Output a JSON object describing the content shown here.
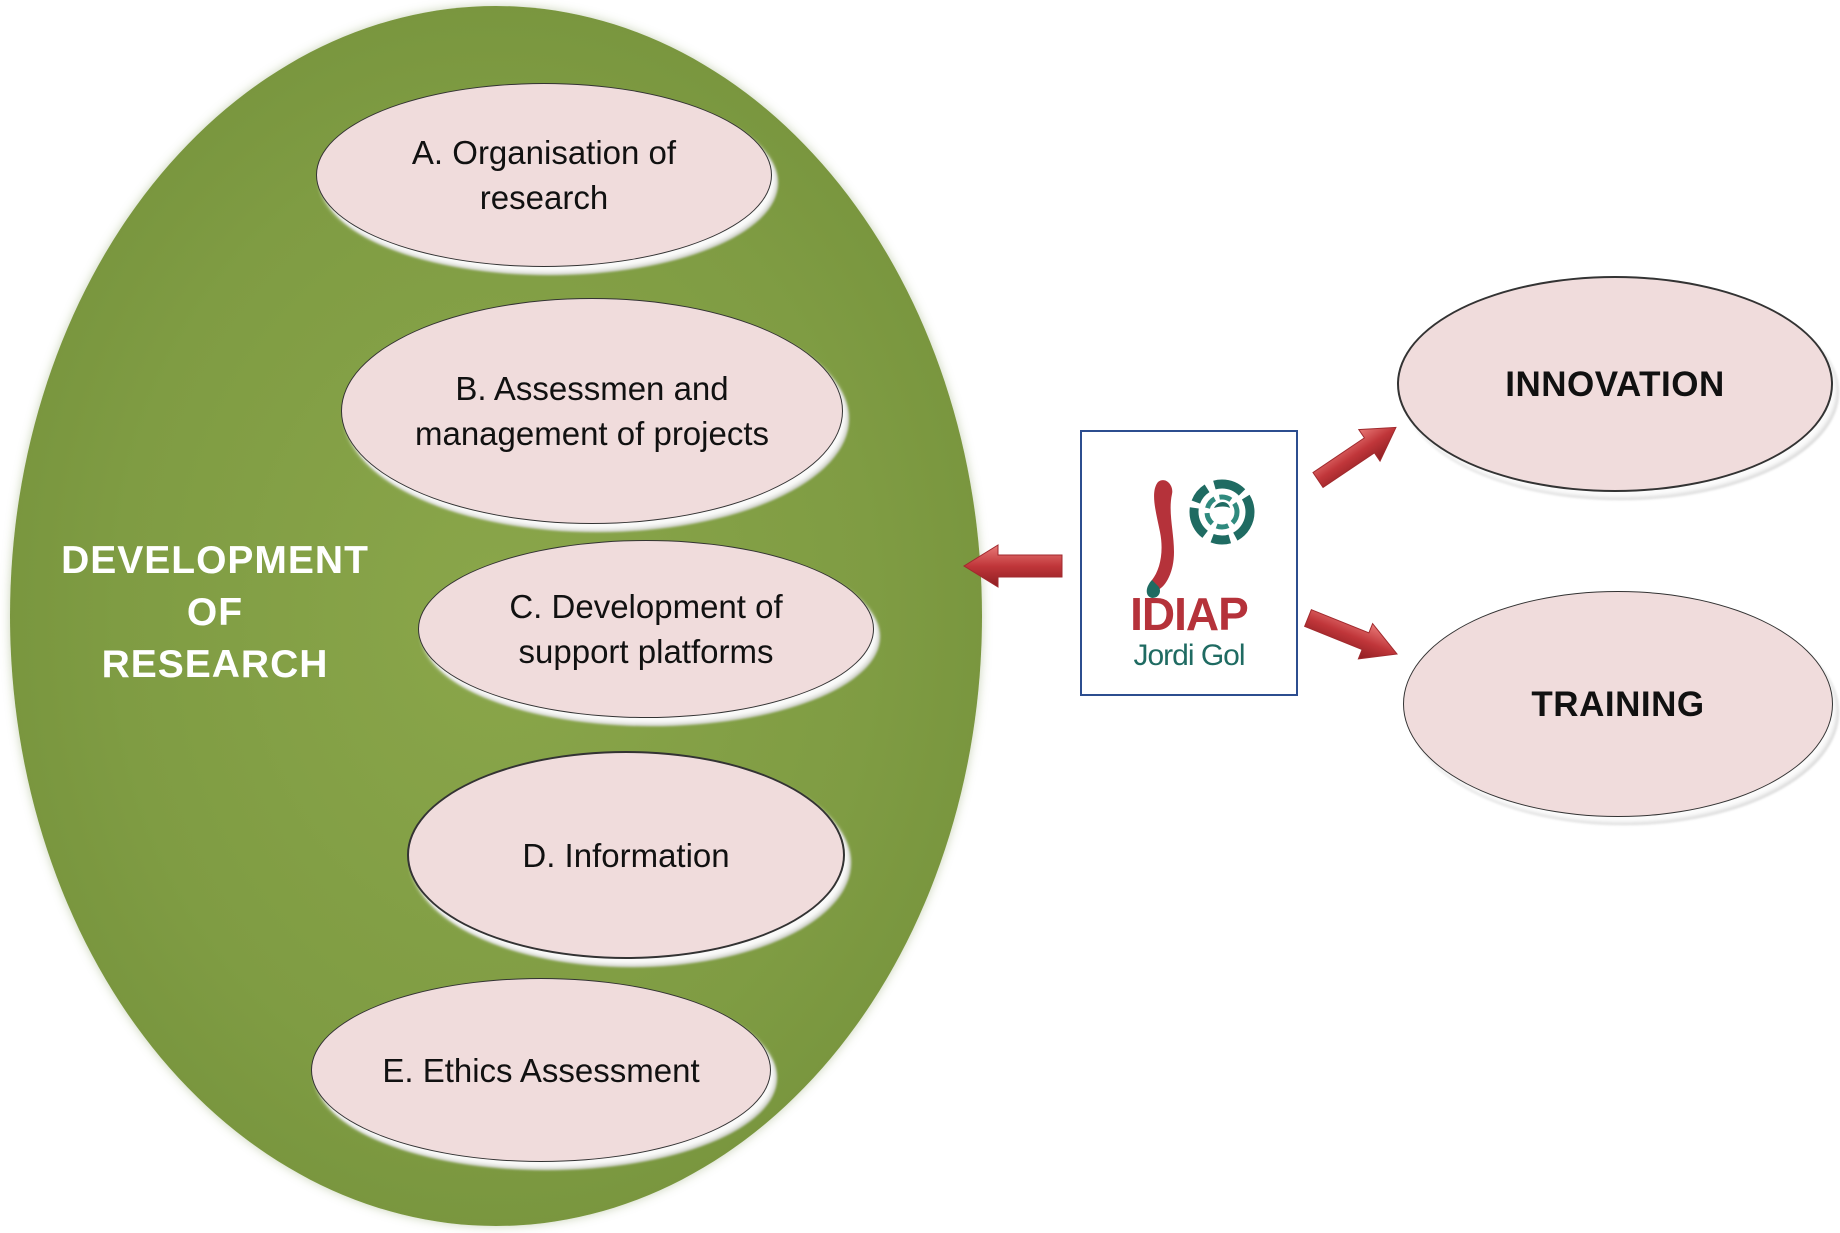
{
  "main": {
    "title_lines": [
      "DEVELOPMENT",
      "OF",
      "RESEARCH"
    ],
    "items": [
      {
        "label": "A. Organisation of\nresearch"
      },
      {
        "label": "B. Assessmen and\nmanagement of projects"
      },
      {
        "label": "C. Development of\nsupport platforms"
      },
      {
        "label": "D. Information"
      },
      {
        "label": "E. Ethics Assessment"
      }
    ]
  },
  "right": {
    "innovation": "INNOVATION",
    "training": "TRAINING"
  },
  "logo": {
    "name": "IDIAP",
    "subname": "Jordi Gol"
  },
  "colors": {
    "main_green": "#7f9c43",
    "ellipse_fill": "#f0dcdc",
    "arrow_red": "#c0363a",
    "logo_red": "#b5323a",
    "logo_teal": "#1f6b62",
    "logo_border": "#2c4d8f"
  }
}
